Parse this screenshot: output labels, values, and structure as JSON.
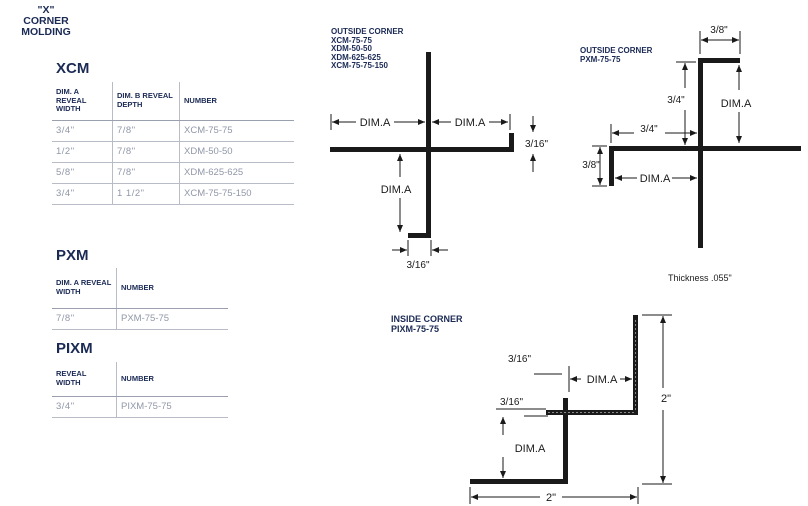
{
  "page_title": "\"X\" CORNER MOLDING",
  "xcm": {
    "title": "XCM",
    "headers": [
      "DIM. A REVEAL WIDTH",
      "DIM. B REVEAL DEPTH",
      "NUMBER"
    ],
    "rows": [
      {
        "dim_a": "3/4\"",
        "dim_b": "7/8\"",
        "number": "XCM-75-75"
      },
      {
        "dim_a": "1/2\"",
        "dim_b": "7/8\"",
        "number": "XDM-50-50"
      },
      {
        "dim_a": "5/8\"",
        "dim_b": "7/8\"",
        "number": "XDM-625-625"
      },
      {
        "dim_a": "3/4\"",
        "dim_b": "1 1/2\"",
        "number": "XCM-75-75-150"
      }
    ]
  },
  "pxm": {
    "title": "PXM",
    "headers": [
      "DIM. A REVEAL WIDTH",
      "NUMBER"
    ],
    "rows": [
      {
        "dim_a": "7/8\"",
        "number": "PXM-75-75"
      }
    ]
  },
  "pixm": {
    "title": "PIXM",
    "headers": [
      "REVEAL WIDTH",
      "NUMBER"
    ],
    "rows": [
      {
        "dim_a": "3/4\"",
        "number": "PIXM-75-75"
      }
    ]
  },
  "diagram_outside_xcm": {
    "label_lines": [
      "OUTSIDE CORNER",
      "XCM-75-75",
      "XDM-50-50",
      "XDM-625-625",
      "XCM-75-75-150"
    ],
    "dim_a": "DIM.A",
    "dim_3_16": "3/16\""
  },
  "diagram_outside_pxm": {
    "label_lines": [
      "OUTSIDE CORNER",
      "PXM-75-75"
    ],
    "dim_3_8": "3/8\"",
    "dim_3_4": "3/4\"",
    "dim_a": "DIM.A",
    "thickness": "Thickness .055\""
  },
  "diagram_inside_pixm": {
    "label_lines": [
      "INSIDE CORNER",
      "PIXM-75-75"
    ],
    "dim_3_16": "3/16\"",
    "dim_a": "DIM.A",
    "dim_2": "2\""
  }
}
